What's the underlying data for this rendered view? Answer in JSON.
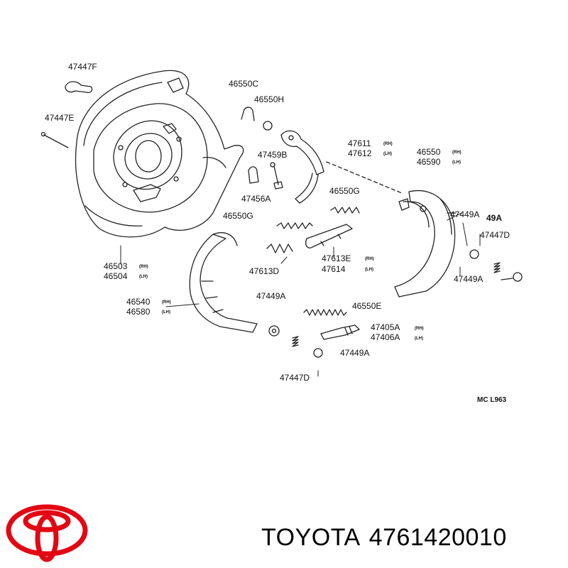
{
  "diagram_code": "MC L963",
  "brand": {
    "name": "TOYOTA",
    "part_number": "4761420010",
    "logo_color": "#e30613"
  },
  "labels": {
    "p47447F": "47447F",
    "p47447E": "47447E",
    "p46550C": "46550C",
    "p46550H": "46550H",
    "p47611": "47611",
    "p47612": "47612",
    "p47459B": "47459B",
    "p47456A": "47456A",
    "p46550G_a": "46550G",
    "p46550G_b": "46550G",
    "p46550": "46550",
    "p46590": "46590",
    "p47449A_r": "47449A",
    "p49A": "49A",
    "p47447D_r": "47447D",
    "p47449A_r2": "47449A",
    "p47613E": "47613E",
    "p47614": "47614",
    "p47613D": "47613D",
    "p46503": "46503",
    "p46504": "46504",
    "p46540": "46540",
    "p46580": "46580",
    "p47449A_c": "47449A",
    "p46550E": "46550E",
    "p47405A": "47405A",
    "p47406A": "47406A",
    "p47449A_b": "47449A",
    "p47447D_b": "47447D"
  },
  "side_tags": {
    "rh": "(RH)",
    "lh": "(LH)"
  }
}
